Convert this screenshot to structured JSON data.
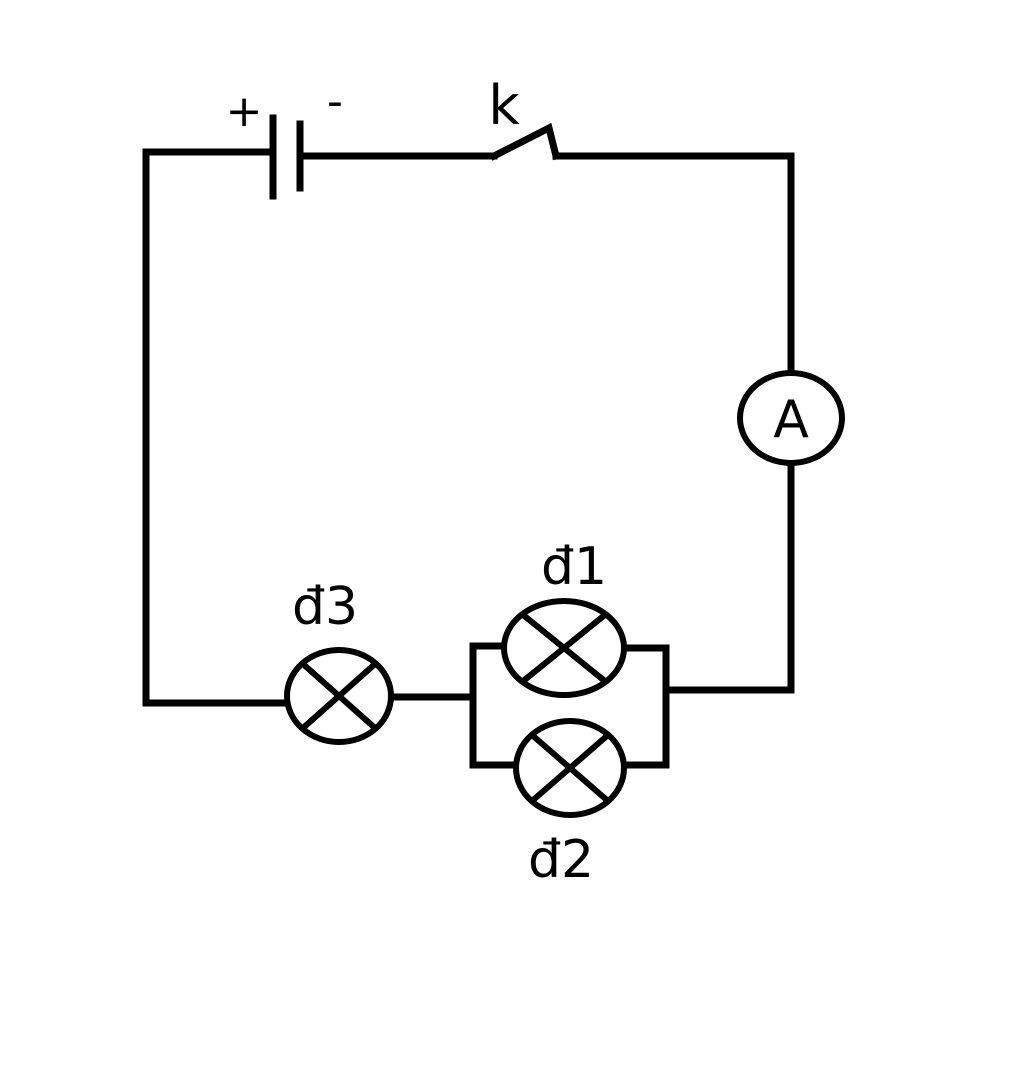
{
  "diagram": {
    "colors": {
      "line": "#000000",
      "background": "#ffffff"
    },
    "battery": {
      "plus": "+",
      "minus": "-"
    },
    "switch": {
      "label": "k"
    },
    "ammeter": {
      "label": "A"
    },
    "lamps": [
      {
        "label": "đ1"
      },
      {
        "label": "đ2"
      },
      {
        "label": "đ3"
      }
    ]
  }
}
